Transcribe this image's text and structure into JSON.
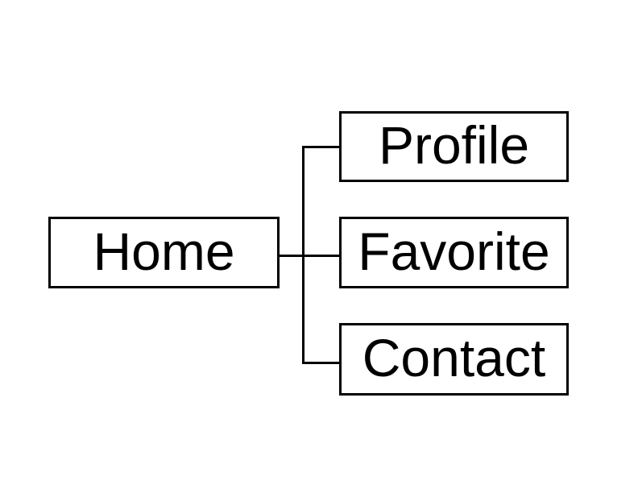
{
  "diagram": {
    "type": "sitemap-tree",
    "background_color": "#ffffff",
    "line_color": "#000000",
    "text_color": "#000000",
    "node_fill_color": "#ffffff",
    "nodes": [
      {
        "id": "home",
        "label": "Home"
      },
      {
        "id": "profile",
        "label": "Profile"
      },
      {
        "id": "favorite",
        "label": "Favorite"
      },
      {
        "id": "contact",
        "label": "Contact"
      }
    ],
    "edges": [
      {
        "from": "home",
        "to": "profile"
      },
      {
        "from": "home",
        "to": "favorite"
      },
      {
        "from": "home",
        "to": "contact"
      }
    ]
  }
}
